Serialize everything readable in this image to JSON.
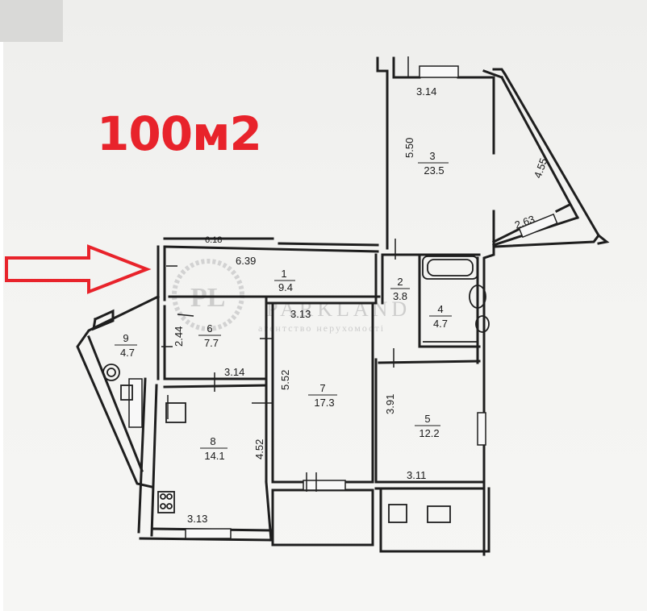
{
  "badge_text": "100м2",
  "watermark": {
    "logo": "PL",
    "brand": "PARKLAND",
    "subtitle": "агентство нерухомості"
  },
  "rooms": [
    {
      "id": "1",
      "area": "9.4"
    },
    {
      "id": "2",
      "area": "3.8"
    },
    {
      "id": "3",
      "area": "23.5"
    },
    {
      "id": "4",
      "area": "4.7"
    },
    {
      "id": "5",
      "area": "12.2"
    },
    {
      "id": "6",
      "area": "7.7"
    },
    {
      "id": "7",
      "area": "17.3"
    },
    {
      "id": "8",
      "area": "14.1"
    },
    {
      "id": "9",
      "area": "4.7"
    }
  ],
  "dimensions": {
    "top_room3": "3.14",
    "left_room3": "5.50",
    "diag_room3": "4.55",
    "bottom_room3": "2.63",
    "hall_width": "6.39",
    "hall_top_cut": "6.18",
    "room7_top": "3.13",
    "room6_side": "2.44",
    "room6_bottom": "3.14",
    "room7_side": "5.52",
    "room8_side": "4.52",
    "room8_bottom": "3.13",
    "room5_side": "3.91",
    "room5_bottom": "3.11"
  },
  "colors": {
    "accent_red": "#e8232b",
    "wall": "#1e1e1e",
    "paper": "#f3f3f1"
  }
}
